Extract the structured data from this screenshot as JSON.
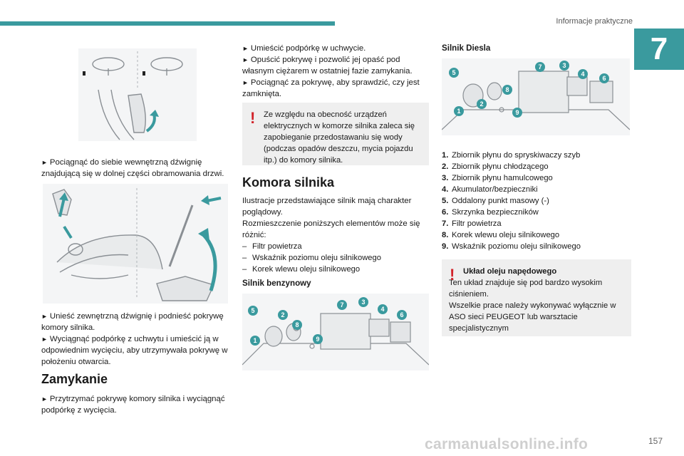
{
  "header": {
    "section_title": "Informacje praktyczne",
    "chapter": "7"
  },
  "col1": {
    "step1": "Pociągnąć do siebie wewnętrzną dźwignię znajdującą się w dolnej części obramowania drzwi.",
    "step2": "Unieść zewnętrzną dźwignię i podnieść pokrywę komory silnika.",
    "step3": "Wyciągnąć podpórkę z uchwytu i umieścić ją w odpowiednim wycięciu, aby utrzymywała pokrywę w położeniu otwarcia.",
    "closing_heading": "Zamykanie",
    "step4": "Przytrzymać pokrywę komory silnika i wyciągnąć podpórkę z wycięcia."
  },
  "col2": {
    "step5": "Umieścić podpórkę w uchwycie.",
    "step6": "Opuścić pokrywę i pozwolić jej opaść pod własnym ciężarem w ostatniej fazie zamykania.",
    "step7": "Pociągnąć za pokrywę, aby sprawdzić, czy jest zamknięta.",
    "warning": "Ze względu na obecność urządzeń elektrycznych w komorze silnika zaleca się zapobieganie przedostawaniu się wody (podczas opadów deszczu, mycia pojazdu itp.) do komory silnika.",
    "engine_heading": "Komora silnika",
    "intro1": "Ilustracje przedstawiające silnik mają charakter poglądowy.",
    "intro2": "Rozmieszczenie poniższych elementów może się różnić:",
    "bullets": [
      "Filtr powietrza",
      "Wskaźnik poziomu oleju silnikowego",
      "Korek wlewu oleju silnikowego"
    ],
    "petrol_heading": "Silnik benzynowy"
  },
  "col3": {
    "diesel_heading": "Silnik Diesla",
    "legend": [
      {
        "n": "1.",
        "text": "Zbiornik płynu do spryskiwaczy szyb"
      },
      {
        "n": "2.",
        "text": "Zbiornik płynu chłodzącego"
      },
      {
        "n": "3.",
        "text": "Zbiornik płynu hamulcowego"
      },
      {
        "n": "4.",
        "text": "Akumulator/bezpieczniki"
      },
      {
        "n": "5.",
        "text": "Oddalony punkt masowy (-)"
      },
      {
        "n": "6.",
        "text": "Skrzynka bezpieczników"
      },
      {
        "n": "7.",
        "text": "Filtr powietrza"
      },
      {
        "n": "8.",
        "text": "Korek wlewu oleju silnikowego"
      },
      {
        "n": "9.",
        "text": "Wskaźnik poziomu oleju silnikowego"
      }
    ],
    "note_title": "Układ oleju napędowego",
    "note_line1": "Ten układ znajduje się pod bardzo wysokim ciśnieniem.",
    "note_line2": "Wszelkie prace należy wykonywać wyłącznie w ASO sieci PEUGEOT lub warsztacie specjalistycznym"
  },
  "callouts": [
    "1",
    "2",
    "3",
    "4",
    "5",
    "6",
    "7",
    "8",
    "9"
  ],
  "footer": {
    "page_number": "157",
    "watermark": "carmanualsonline.info"
  },
  "colors": {
    "accent": "#3a9a9e",
    "warning": "#d2232a"
  }
}
